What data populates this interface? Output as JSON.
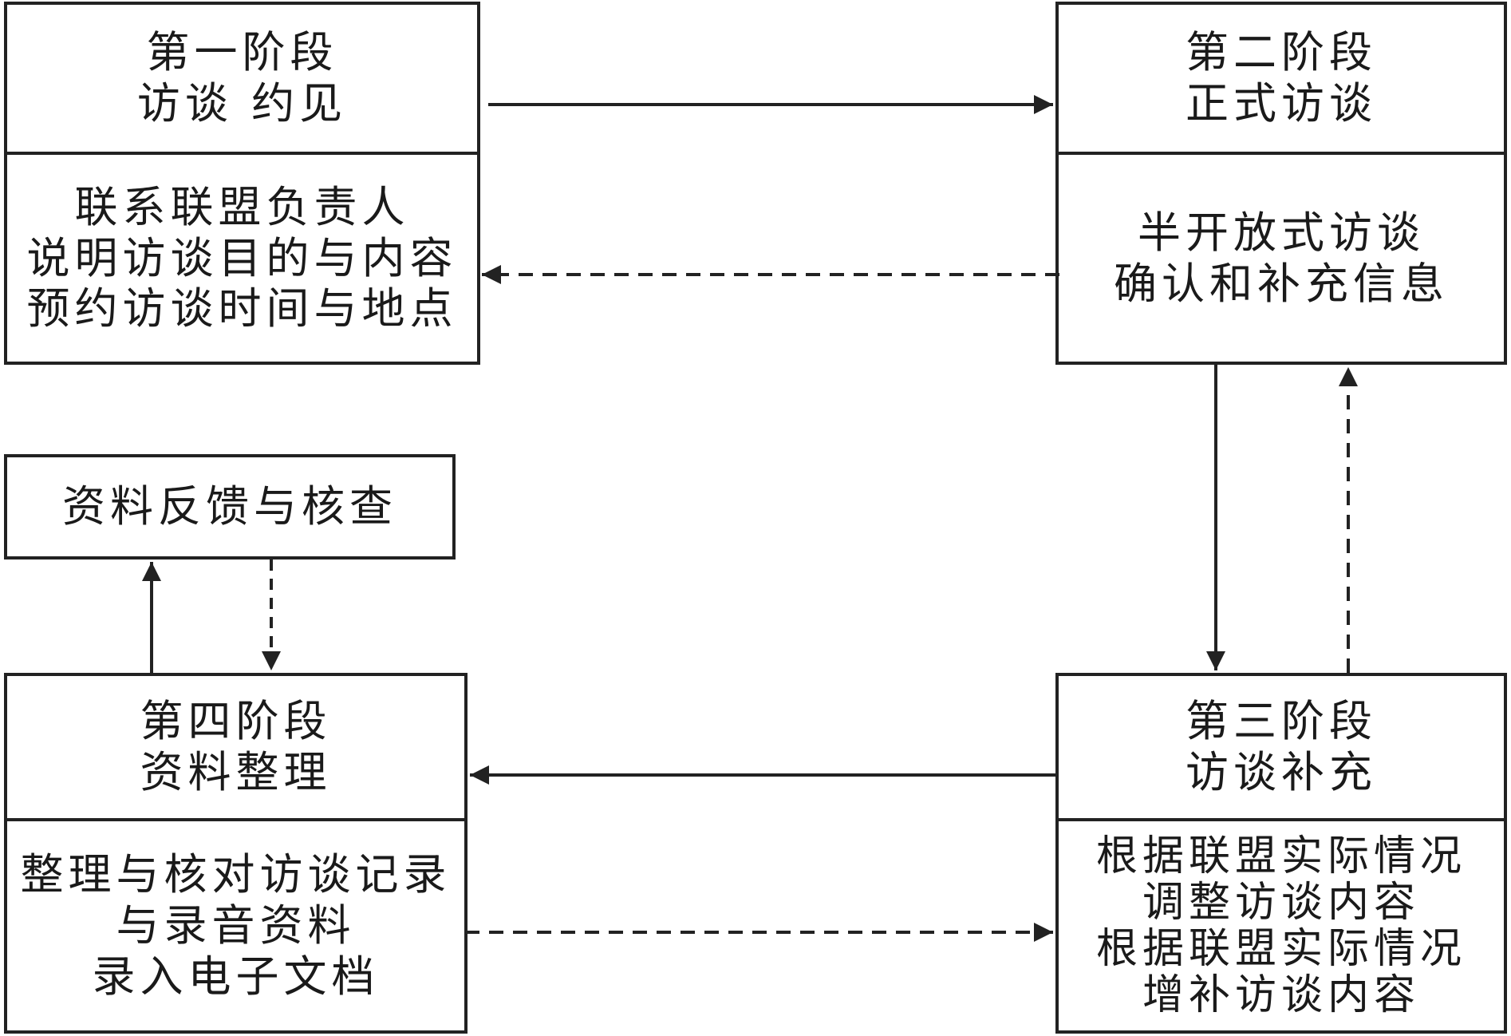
{
  "stage1": {
    "title": "第一阶段",
    "subtitle": "访谈 约见",
    "lines": [
      "联系联盟负责人",
      "说明访谈目的与内容",
      "预约访谈时间与地点"
    ]
  },
  "stage2": {
    "title": "第二阶段",
    "subtitle": "正式访谈",
    "lines": [
      "半开放式访谈",
      "确认和补充信息"
    ]
  },
  "stage3": {
    "title": "第三阶段",
    "subtitle": "访谈补充",
    "lines": [
      "根据联盟实际情况",
      "调整访谈内容",
      "根据联盟实际情况",
      "增补访谈内容"
    ]
  },
  "stage4": {
    "title": "第四阶段",
    "subtitle": "资料整理",
    "lines": [
      "整理与核对访谈记录",
      "与录音资料",
      "录入电子文档"
    ]
  },
  "feedback": {
    "label": "资料反馈与核查"
  }
}
